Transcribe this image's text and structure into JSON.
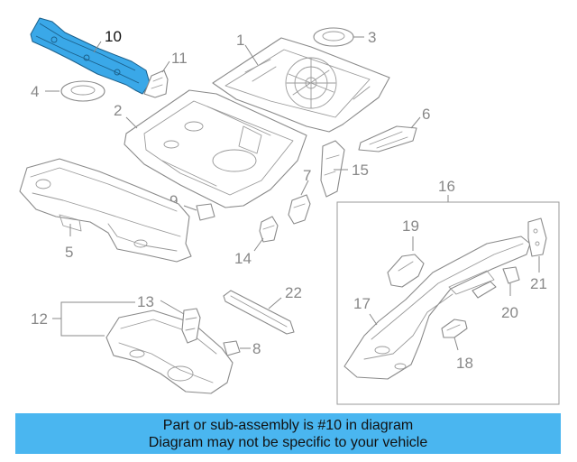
{
  "callouts": {
    "c1": "1",
    "c2": "2",
    "c3": "3",
    "c4": "4",
    "c5": "5",
    "c6": "6",
    "c7": "7",
    "c8": "8",
    "c9": "9",
    "c10": "10",
    "c11": "11",
    "c12": "12",
    "c13": "13",
    "c14": "14",
    "c15": "15",
    "c16": "16",
    "c17": "17",
    "c18": "18",
    "c19": "19",
    "c20": "20",
    "c21": "21",
    "c22": "22"
  },
  "highlight_color": "#3aa8e8",
  "banner": {
    "line1": "Part or sub-assembly is #10 in diagram",
    "line2": "Diagram may not be specific to your vehicle",
    "background": "#4ab6f0"
  }
}
